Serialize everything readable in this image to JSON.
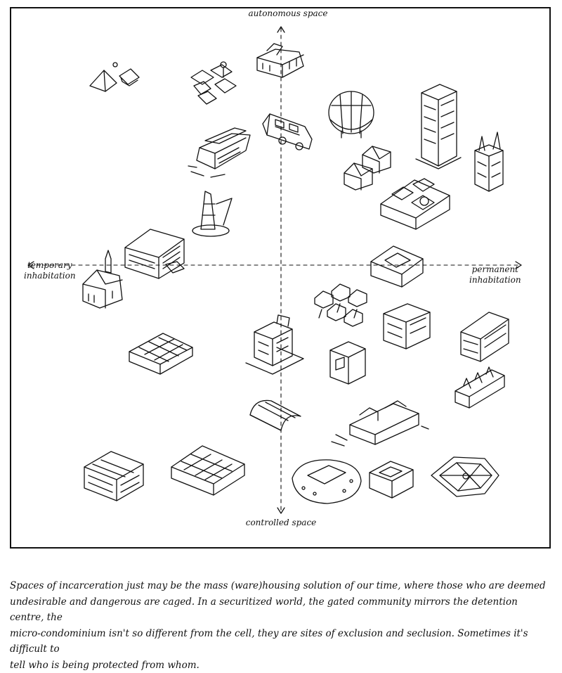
{
  "diagram": {
    "axes": {
      "top": "autonomous space",
      "bottom": "controlled space",
      "left": [
        "temporary",
        "inhabitation"
      ],
      "right": [
        "permanent",
        "inhabitation"
      ]
    },
    "buildings": [
      {
        "name": "tent-camp-icon"
      },
      {
        "name": "shanty-houses-icon"
      },
      {
        "name": "squat-rowhouse-icon"
      },
      {
        "name": "rv-trailer-icon"
      },
      {
        "name": "cruise-ship-icon"
      },
      {
        "name": "sailboat-icon"
      },
      {
        "name": "modular-office-icon"
      },
      {
        "name": "gothic-church-icon"
      },
      {
        "name": "dome-structure-icon"
      },
      {
        "name": "residential-tower-icon"
      },
      {
        "name": "spired-tower-icon"
      },
      {
        "name": "suburban-houses-icon"
      },
      {
        "name": "gated-community-icon"
      },
      {
        "name": "courtyard-block-icon"
      },
      {
        "name": "row-cabins-icon"
      },
      {
        "name": "apartment-block-icon"
      },
      {
        "name": "motel-building-icon"
      },
      {
        "name": "cell-block-icon"
      },
      {
        "name": "row-houses-icon"
      },
      {
        "name": "office-grid-icon"
      },
      {
        "name": "hotel-tower-icon"
      },
      {
        "name": "quonset-hut-icon"
      },
      {
        "name": "prison-barge-icon"
      },
      {
        "name": "warehouse-racks-icon"
      },
      {
        "name": "containers-rows-icon"
      },
      {
        "name": "island-prison-icon"
      },
      {
        "name": "cube-cell-icon"
      },
      {
        "name": "panopticon-icon"
      }
    ]
  },
  "caption": {
    "lines": [
      "Spaces of incarceration just may be the mass (ware)housing solution of our time, where those who are deemed",
      "undesirable and dangerous are caged. In a securitized world, the gated community mirrors the detention centre, the",
      "micro-condominium isn't so different from the cell, they are sites of exclusion and seclusion. Sometimes it's difficult to",
      "tell who is being protected from whom."
    ]
  }
}
